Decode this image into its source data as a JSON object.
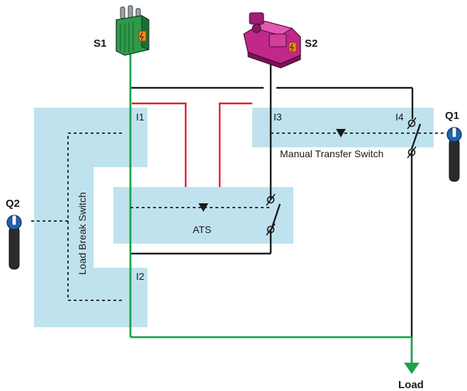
{
  "sources": {
    "s1": "S1",
    "s2": "S2"
  },
  "switches": {
    "i1": "I1",
    "i2": "I2",
    "i3": "I3",
    "i4": "I4"
  },
  "handles": {
    "q1": "Q1",
    "q2": "Q2"
  },
  "devices": {
    "ats": "ATS",
    "manual_transfer": "Manual Transfer Switch",
    "load_break": "Load Break Switch"
  },
  "output": {
    "load": "Load"
  },
  "colors": {
    "panel": "#bfe3ee",
    "wire": "#1a1a1a",
    "green_path": "#1aa34a",
    "red_wire": "#e0202a",
    "s1_body": "#2f9a4a",
    "s2_body": "#c0288a",
    "handle_blue": "#1d64b4"
  },
  "icons": {
    "s1": "transformer-icon",
    "s2": "generator-icon",
    "q1": "rotary-handle-icon",
    "q2": "rotary-handle-icon"
  }
}
